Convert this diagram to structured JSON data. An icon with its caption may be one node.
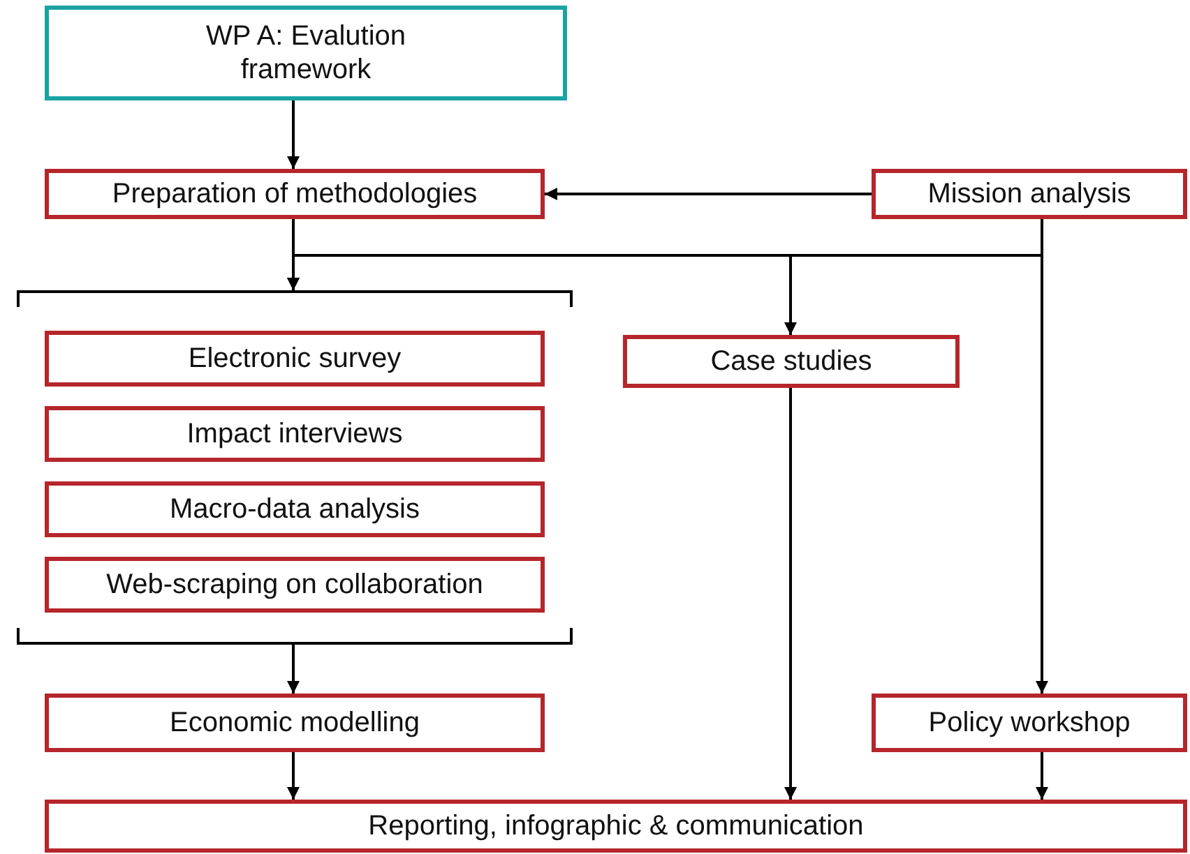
{
  "diagram": {
    "nodes": [
      {
        "text": [
          "WP A: Evalution framework"
        ]
      },
      {
        "text": [
          "Preparation of methodologies"
        ]
      },
      {
        "text": [
          "Mission analysis"
        ]
      },
      {
        "text": [],
        "shape": "bracket"
      },
      {
        "text": [
          "Electronic survey"
        ]
      },
      {
        "text": [
          "Impact interviews"
        ]
      },
      {
        "text": [
          "Macro-data analysis"
        ]
      },
      {
        "text": [
          "Web-scraping on collaboration"
        ]
      },
      {
        "text": [],
        "shape": "bracket"
      },
      {
        "text": [
          "Case studies"
        ]
      },
      {
        "text": [
          "Economic modelling"
        ]
      },
      {
        "text": [
          "Policy workshop"
        ]
      },
      {
        "text": [
          "Reporting, infographic & communication"
        ]
      }
    ],
    "edges": [
      {
        "from": 0,
        "to": 1,
        "arrow": "to"
      },
      {
        "from": 2,
        "to": 1,
        "arrow": "to"
      },
      {
        "from": 1,
        "to": 3,
        "arrow": "to"
      },
      {
        "from": 2,
        "to": 3,
        "arrow": "to"
      },
      {
        "from": 2,
        "to": 9,
        "arrow": "to"
      },
      {
        "from": 2,
        "to": 11,
        "arrow": "to"
      },
      {
        "from": 8,
        "to": 10,
        "arrow": "to"
      },
      {
        "from": 9,
        "to": 12,
        "arrow": "to"
      },
      {
        "from": 10,
        "to": 12,
        "arrow": "to"
      },
      {
        "from": 11,
        "to": 12,
        "arrow": "to"
      }
    ]
  }
}
